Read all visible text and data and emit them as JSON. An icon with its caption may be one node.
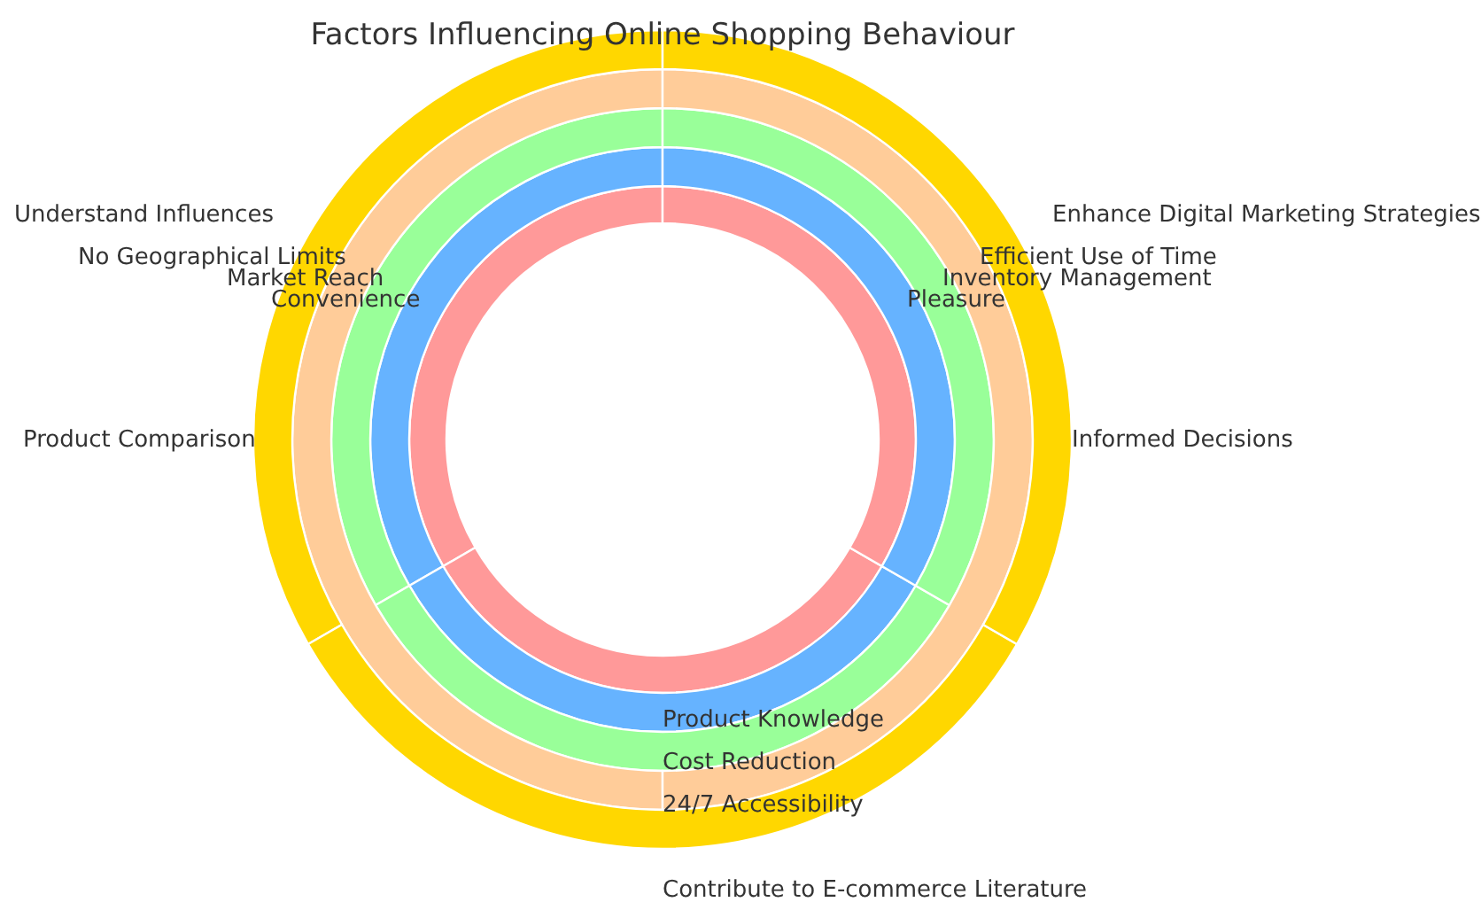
{
  "diagram": {
    "title": "Factors Influencing Online Shopping Behaviour",
    "labels": [
      "Understand Influences",
      "Enhance Digital Marketing Strategies",
      "No Geographical Limits",
      "Efficient Use of Time",
      "Market Reach",
      "Inventory Management",
      "Convenience",
      "Pleasure",
      "Product Comparison",
      "Informed Decisions",
      "Product Knowledge",
      "Cost Reduction",
      "24/7 Accessibility",
      "Contribute to E-commerce Literature"
    ]
  }
}
